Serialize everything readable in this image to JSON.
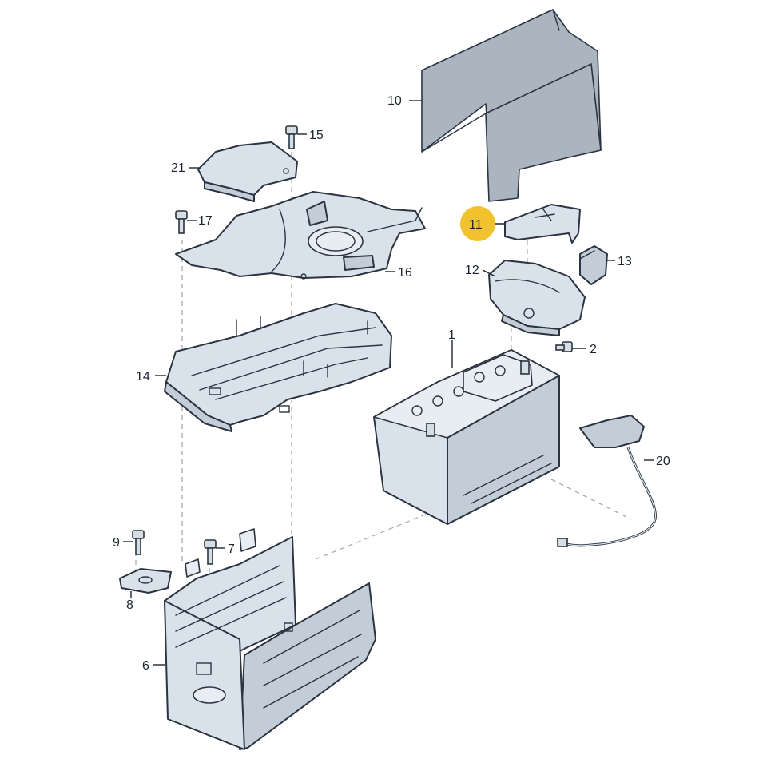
{
  "diagram": {
    "colors": {
      "highlight": "#f2c12e",
      "part_fill": "#d9e2ea",
      "outline": "#2b3440"
    },
    "callouts": {
      "c1": "1",
      "c2": "2",
      "c6": "6",
      "c7": "7",
      "c8": "8",
      "c9": "9",
      "c10": "10",
      "c11": "11",
      "c12": "12",
      "c13": "13",
      "c14": "14",
      "c15": "15",
      "c16": "16",
      "c17": "17",
      "c20": "20",
      "c21": "21"
    },
    "highlighted_callout": "11"
  }
}
